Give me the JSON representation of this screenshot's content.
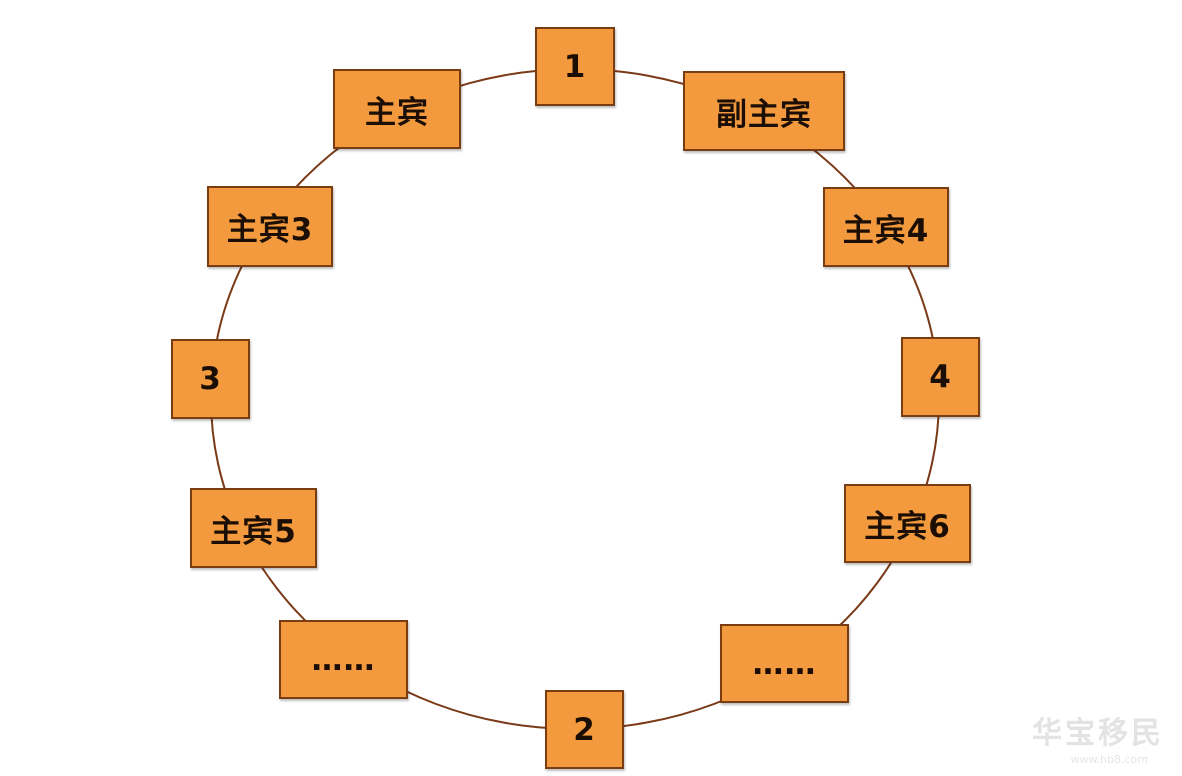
{
  "diagram": {
    "seats": {
      "top": "1",
      "host": "主宾",
      "vice_host": "副主宾",
      "host3": "主宾3",
      "host4": "主宾4",
      "left": "3",
      "right": "4",
      "host5": "主宾5",
      "host6": "主宾6",
      "ellipsis_left": "……",
      "ellipsis_right": "……",
      "bottom": "2"
    }
  },
  "watermark": {
    "text": "华宝移民",
    "site": "www.hb8.com"
  },
  "colors": {
    "box_fill": "#f39a3e",
    "box_border": "#7a3d12",
    "ring": "#7a3a17"
  }
}
